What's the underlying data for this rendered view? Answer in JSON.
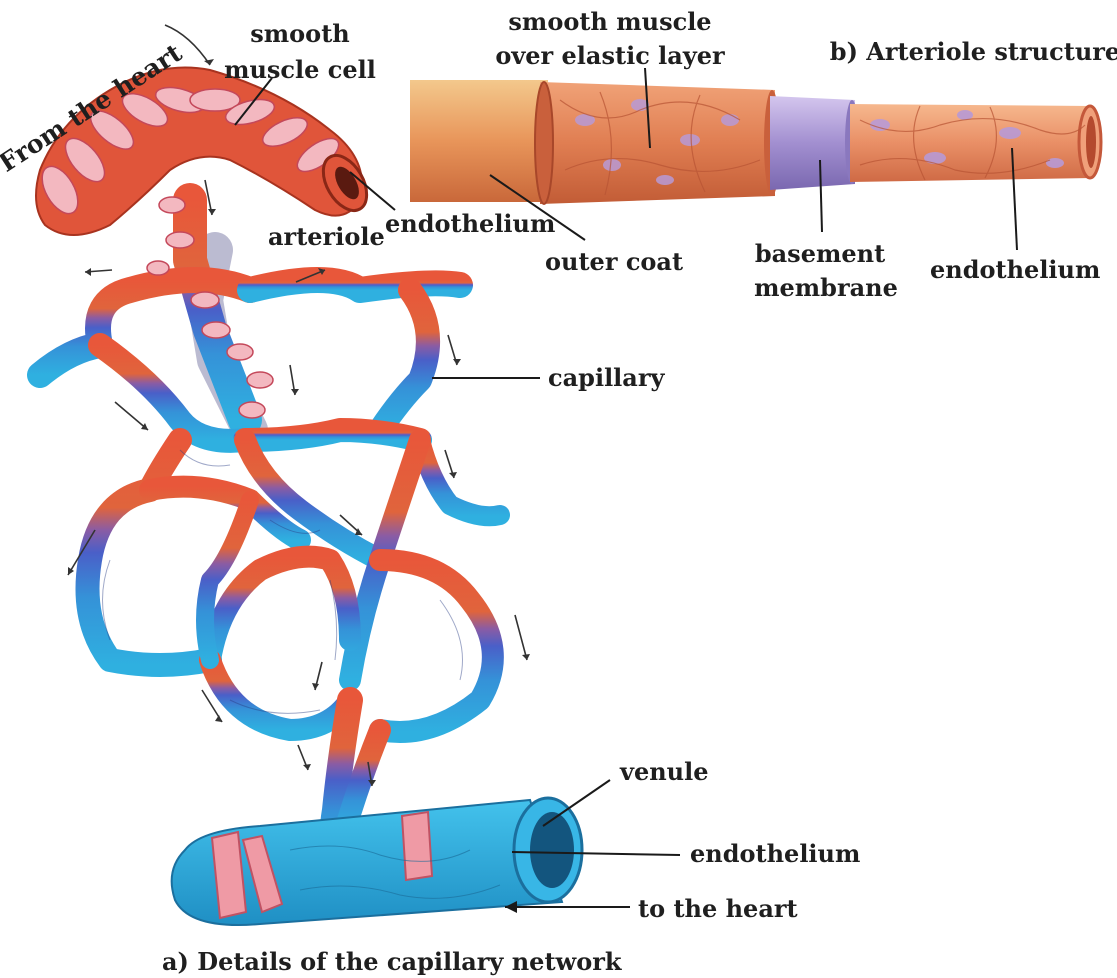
{
  "panel_a": {
    "caption": "a) Details of the capillary network",
    "labels": {
      "from_heart": "From the heart",
      "smooth_muscle_cell_1": "smooth",
      "smooth_muscle_cell_2": "muscle cell",
      "endothelium_top": "endothelium",
      "arteriole": "arteriole",
      "capillary": "capillary",
      "venule": "venule",
      "endothelium_bottom": "endothelium",
      "to_heart": "to the heart"
    }
  },
  "panel_b": {
    "title": "b) Arteriole structure",
    "labels": {
      "smooth_muscle_1": "smooth muscle",
      "smooth_muscle_2": "over elastic layer",
      "outer_coat": "outer coat",
      "basement_1": "basement",
      "basement_2": "membrane",
      "endothelium": "endothelium"
    }
  },
  "colors": {
    "artery_red": "#e0553a",
    "artery_dark": "#b8331f",
    "muscle_pink": "#f2b6bd",
    "capillary_purple": "#7a5aa8",
    "capillary_blue": "#3f63c6",
    "vein_cyan": "#2fa8dc",
    "outer_coat": "#e89a5c",
    "basement": "#a28fd0"
  }
}
